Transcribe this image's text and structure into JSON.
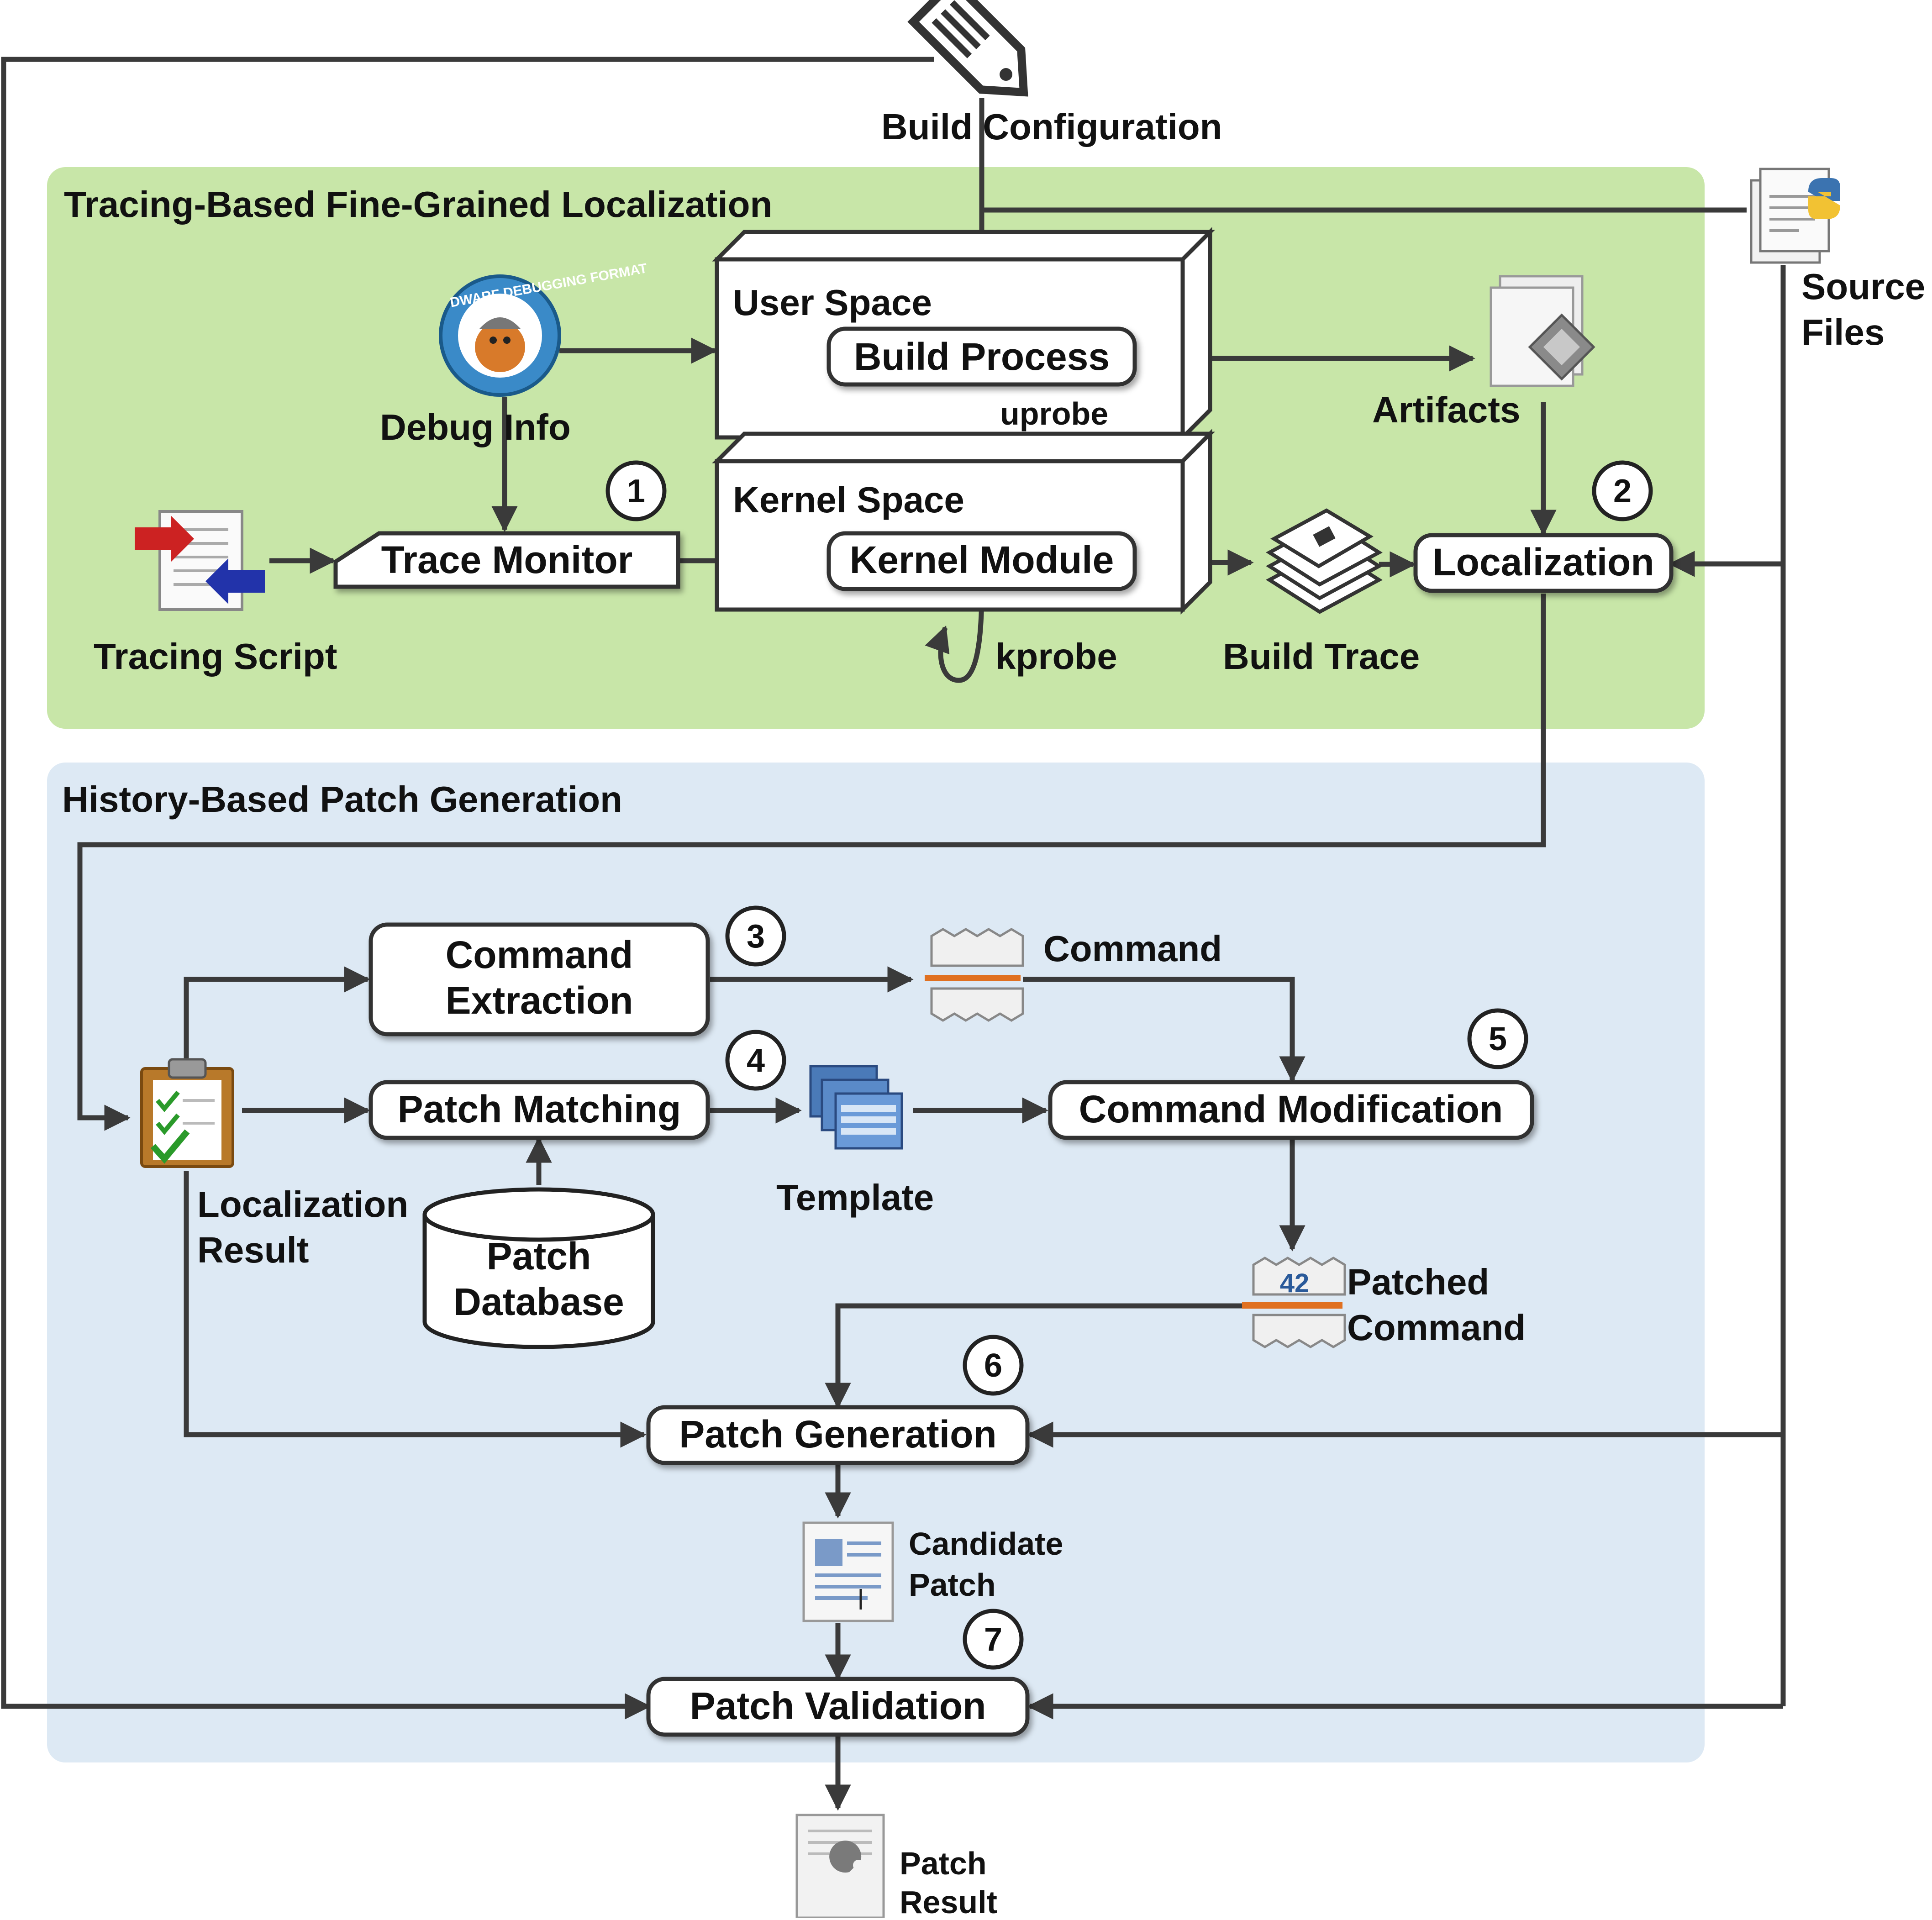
{
  "panels": {
    "localization_title": "Tracing-Based Fine-Grained Localization",
    "generation_title": "History-Based Patch Generation"
  },
  "inputs": {
    "build_configuration": "Build Configuration",
    "source_files_line1": "Source",
    "source_files_line2": "Files"
  },
  "localization": {
    "debug_info": "Debug Info",
    "tracing_script": "Tracing Script",
    "trace_monitor": "Trace Monitor",
    "user_space": "User Space",
    "kernel_space": "Kernel Space",
    "build_process": "Build Process",
    "kernel_module": "Kernel Module",
    "uprobe": "uprobe",
    "kprobe": "kprobe",
    "artifacts": "Artifacts",
    "build_trace": "Build Trace",
    "localization": "Localization",
    "dwarf_ring_text": "DWARF DEBUGGING FORMAT"
  },
  "generation": {
    "command_extraction_line1": "Command",
    "command_extraction_line2": "Extraction",
    "patch_matching": "Patch Matching",
    "command": "Command",
    "template": "Template",
    "command_modification": "Command Modification",
    "patched_command_line1": "Patched",
    "patched_command_line2": "Command",
    "patched_command_icon_value": "42",
    "localization_result_line1": "Localization",
    "localization_result_line2": "Result",
    "patch_database_line1": "Patch",
    "patch_database_line2": "Database",
    "patch_generation": "Patch Generation",
    "candidate_patch_line1": "Candidate",
    "candidate_patch_line2": "Patch",
    "patch_validation": "Patch Validation",
    "patch_result_line1": "Patch",
    "patch_result_line2": "Result"
  },
  "steps": [
    "1",
    "2",
    "3",
    "4",
    "5",
    "6",
    "7"
  ],
  "colors": {
    "localization_panel": "#c8e6a8",
    "generation_panel": "#dde9f4",
    "line": "#3a3a3a",
    "arrow_red": "#cc2222",
    "arrow_blue": "#2233aa",
    "orange_separator": "#e07020"
  }
}
